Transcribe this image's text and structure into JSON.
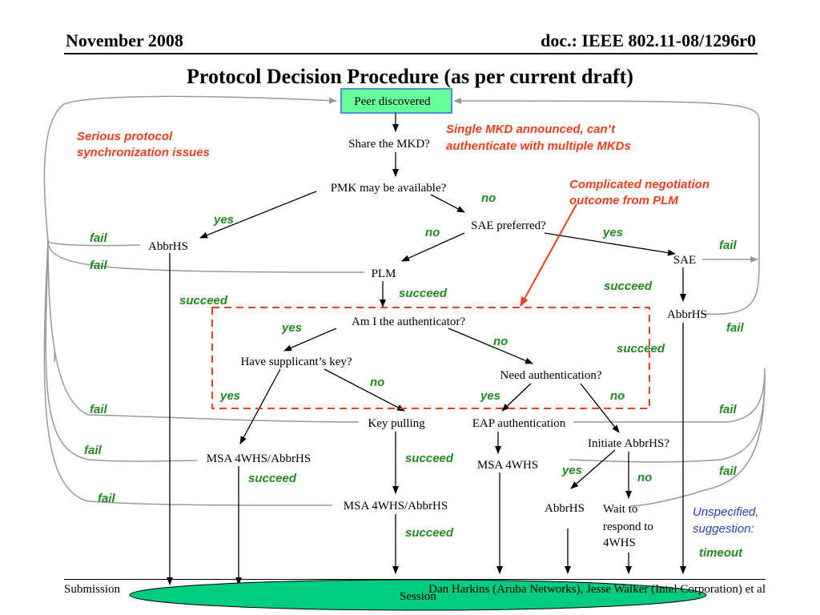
{
  "header": {
    "date": "November 2008",
    "doc": "doc.: IEEE 802.11-08/1296r0"
  },
  "title": "Protocol Decision Procedure (as per current draft)",
  "footer": {
    "left": "Submission",
    "right": "Dan Harkins (Aruba Networks), Jesse Walker (Intel Corporation) et al"
  },
  "nodes": {
    "peer_discovered": "Peer discovered",
    "share_mkd": "Share the MKD?",
    "pmk_available": "PMK may be available?",
    "sae_preferred": "SAE preferred?",
    "abbrhs_left": "AbbrHS",
    "sae": "SAE",
    "plm": "PLM",
    "abbrhs_right": "AbbrHS",
    "am_i_authenticator": "Am I the authenticator?",
    "have_supplicant_key": "Have supplicant’s key?",
    "need_authentication": "Need authentication?",
    "key_pulling": "Key pulling",
    "eap_authentication": "EAP authentication",
    "initiate_abbrhs": "Initiate AbbrHS?",
    "msa_4whs_abbrhs_left": "MSA 4WHS/AbbrHS",
    "msa_4whs": "MSA 4WHS",
    "msa_4whs_abbrhs_center": "MSA 4WHS/AbbrHS",
    "abbrhs_bottom": "AbbrHS",
    "wait_respond": [
      "Wait to",
      "respond to",
      "4WHS"
    ],
    "session": "Session"
  },
  "labels": {
    "yes": "yes",
    "no": "no",
    "fail": "fail",
    "succeed": "succeed",
    "timeout": "timeout"
  },
  "notes": {
    "sync_issues": [
      "Serious protocol",
      "synchronization issues"
    ],
    "single_mkd": [
      "Single MKD announced, can’t",
      "authenticate with multiple MKDs"
    ],
    "complicated": [
      "Complicated negotiation",
      "outcome from PLM"
    ],
    "unspecified": [
      "Unspecified,",
      "suggestion:"
    ]
  },
  "colors": {
    "peer_box_fill": "#66ff99",
    "session_fill": "#00cc80",
    "label_green": "#1e8c1e",
    "note_red": "#e8401c",
    "suggestion_blue": "#2a3fb5",
    "dashed_box": "#e8401c",
    "loop_gray": "#999999"
  }
}
